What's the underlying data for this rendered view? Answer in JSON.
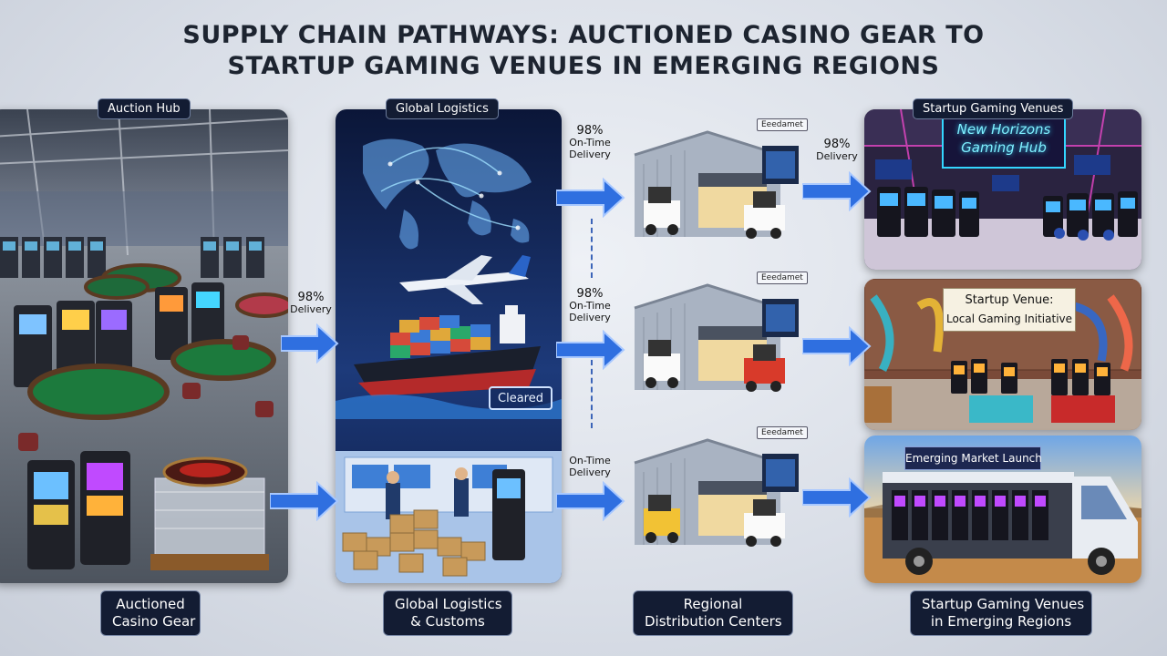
{
  "title": {
    "line1": "SUPPLY CHAIN PATHWAYS: AUCTIONED CASINO GEAR TO",
    "line2": "STARTUP GAMING VENUES IN EMERGING REGIONS"
  },
  "stages": [
    {
      "tag": "Auction Hub",
      "caption_line1": "Auctioned",
      "caption_line2": "Casino Gear"
    },
    {
      "tag": "Global Logistics",
      "caption_line1": "Global Logistics",
      "caption_line2": "& Customs",
      "cleared_stamp": "Cleared"
    },
    {
      "caption_line1": "Regional",
      "caption_line2": "Distribution Centers",
      "warehouse_labels": [
        "Eeedamet",
        "Eeedamet",
        "Eeedamet"
      ]
    },
    {
      "tag": "Startup Gaming Venues",
      "caption_line1": "Startup Gaming Venues",
      "caption_line2": "in Emerging Regions"
    }
  ],
  "venues": {
    "neon_sign_line1": "New Horizons",
    "neon_sign_line2": "Gaming Hub",
    "banner_line1": "Startup Venue:",
    "banner_line2": "Local Gaming Initiative",
    "truck_sign": "Emerging Market Launch"
  },
  "stats": {
    "auction_to_logistics": {
      "pct": "98%",
      "label": "Delivery"
    },
    "logistics_to_regional_top": {
      "pct": "98%",
      "label_line1": "On-Time",
      "label_line2": "Delivery"
    },
    "logistics_to_regional_mid": {
      "pct": "98%",
      "label_line1": "On-Time",
      "label_line2": "Delivery"
    },
    "logistics_to_regional_bottom": {
      "label_line1": "On-Time",
      "label_line2": "Delivery"
    },
    "regional_to_venues_top": {
      "pct": "98%",
      "label": "Delivery"
    }
  },
  "colors": {
    "arrow": "#2f6fe0",
    "tag_bg": "#131c33",
    "panel_dark": "#0d1a3f"
  }
}
